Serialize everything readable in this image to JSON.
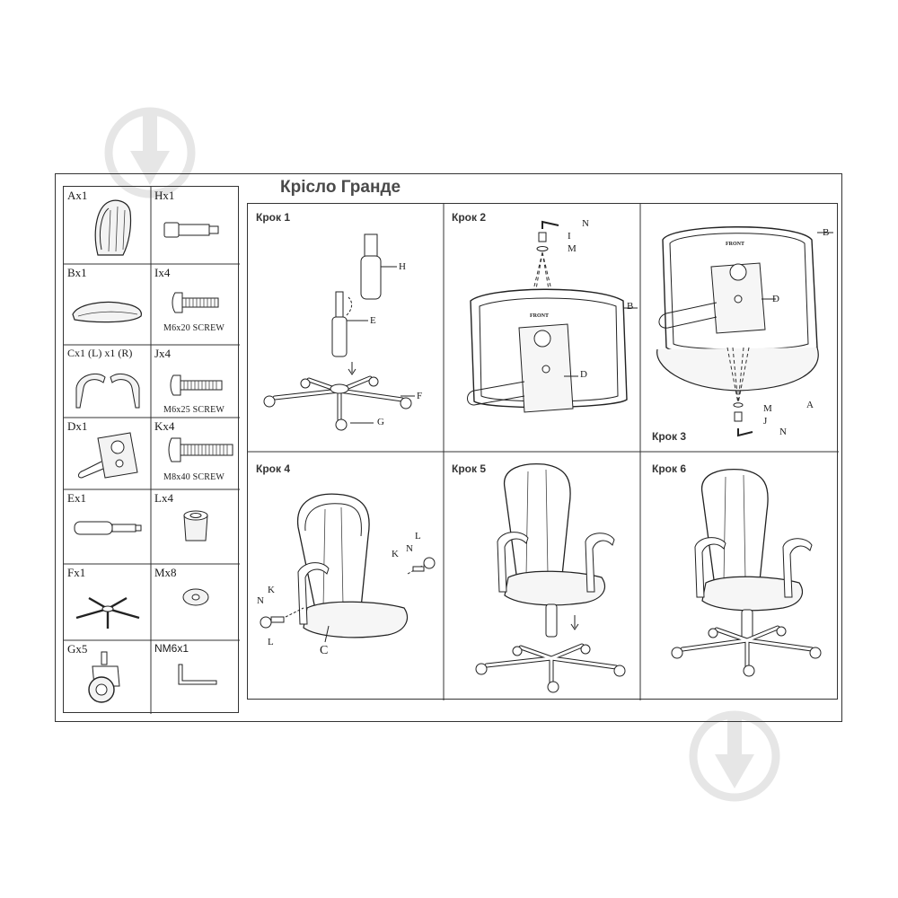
{
  "title": "Крісло Гранде",
  "parts": [
    {
      "label": "Ax1"
    },
    {
      "label": "Hx1"
    },
    {
      "label": "Bx1"
    },
    {
      "label": "Ix4",
      "spec": "M6x20 SCREW"
    },
    {
      "label": "Cx1 (L) x1 (R)"
    },
    {
      "label": "Jx4",
      "spec": "M6x25 SCREW"
    },
    {
      "label": "Dx1"
    },
    {
      "label": "Kx4",
      "spec": "M8x40 SCREW"
    },
    {
      "label": "Ex1"
    },
    {
      "label": "Lx4"
    },
    {
      "label": "Fx1"
    },
    {
      "label": "Mx8"
    },
    {
      "label": "Gx5"
    },
    {
      "label": "NM6x1"
    }
  ],
  "steps": [
    {
      "label": "Крок 1",
      "callouts": [
        "H",
        "E",
        "F",
        "G"
      ]
    },
    {
      "label": "Крок 2",
      "callouts": [
        "N",
        "I",
        "M",
        "B",
        "D"
      ],
      "stamp": "FRONT"
    },
    {
      "label": "Крок 3",
      "callouts": [
        "B",
        "D",
        "A",
        "M",
        "J",
        "N"
      ],
      "stamp": "FRONT"
    },
    {
      "label": "Крок 4",
      "callouts": [
        "K",
        "N",
        "L",
        "N",
        "K",
        "L",
        "C"
      ]
    },
    {
      "label": "Крок 5"
    },
    {
      "label": "Крок 6"
    }
  ]
}
